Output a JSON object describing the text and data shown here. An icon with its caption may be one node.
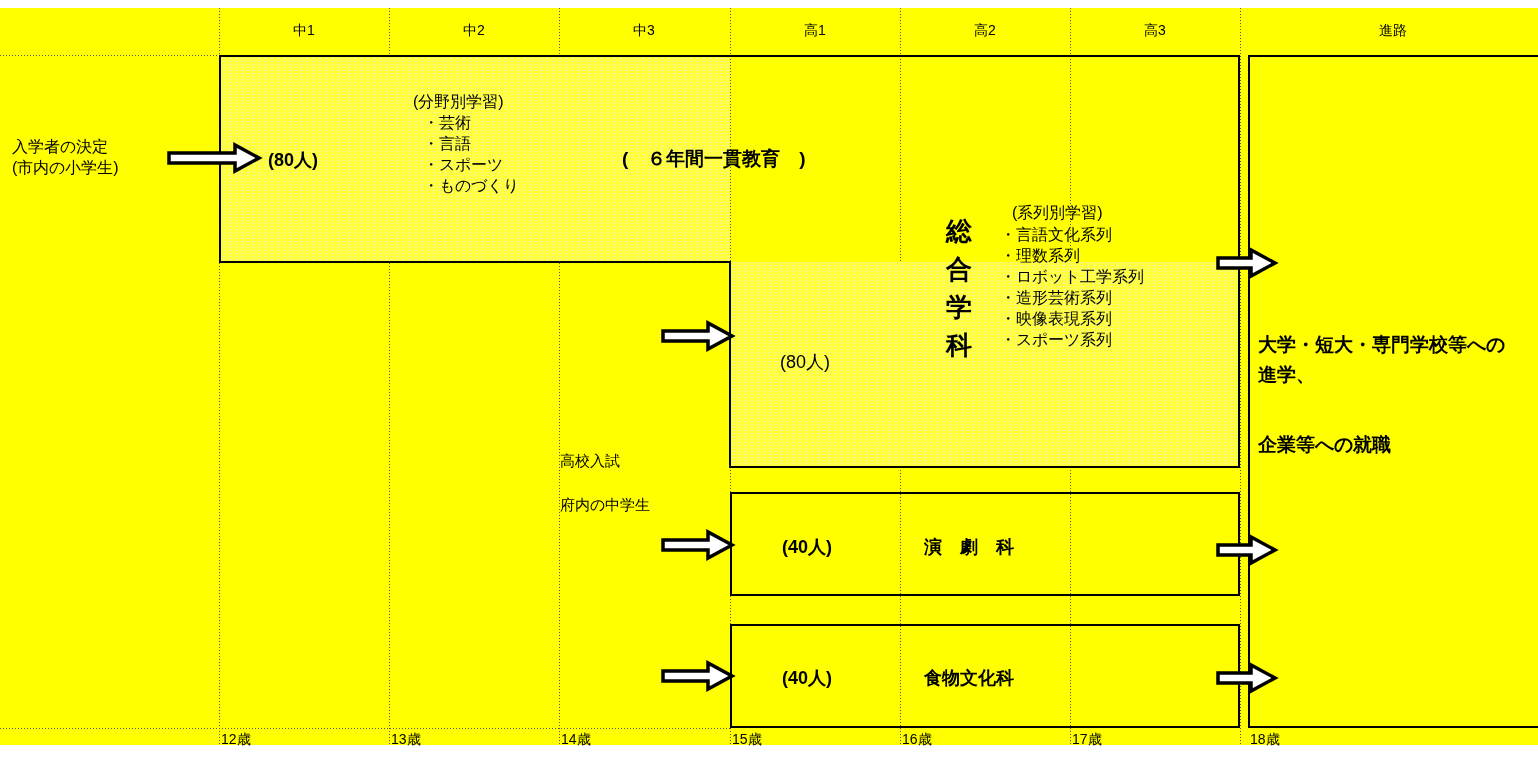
{
  "diagram": {
    "nodes": [
      {
        "text": [
          "入学者の決定 (市内の小学生)"
        ]
      },
      {
        "text": [
          "(80人)",
          "(分野別学習)",
          "・芸術",
          "・言語",
          "・スポーツ",
          "・ものづくり",
          "(　６年間一貫教育　)",
          "総合学科",
          "(系列別学習)",
          "・言語文化系列",
          "・理数系列",
          "・ロボット工学系列",
          "・造形芸術系列",
          "・映像表現系列",
          "・スポーツ系列",
          "(80人)"
        ]
      },
      {
        "text": [
          "(40人)",
          "演　劇　科"
        ]
      },
      {
        "text": [
          "(40人)",
          "食物文化科"
        ]
      },
      {
        "text": [
          "大学・短大・専門学校等への進学、",
          "企業等への就職"
        ]
      },
      {
        "text": [
          "高校入試",
          "府内の中学生"
        ]
      }
    ],
    "edges": [
      {
        "from": 0,
        "to": 1,
        "arrow": "to"
      },
      {
        "from": null,
        "to": 1,
        "arrow": "to"
      },
      {
        "from": 5,
        "to": 2,
        "arrow": "to"
      },
      {
        "from": null,
        "to": 3,
        "arrow": "to"
      },
      {
        "from": 1,
        "to": 4,
        "arrow": "to"
      },
      {
        "from": 2,
        "to": 4,
        "arrow": "to"
      },
      {
        "from": 3,
        "to": 4,
        "arrow": "to"
      }
    ],
    "labels": [
      "中1",
      "中2",
      "中3",
      "高1",
      "高2",
      "高3",
      "進路",
      "12歳",
      "13歳",
      "14歳",
      "15歳",
      "16歳",
      "17歳",
      "18歳"
    ]
  }
}
